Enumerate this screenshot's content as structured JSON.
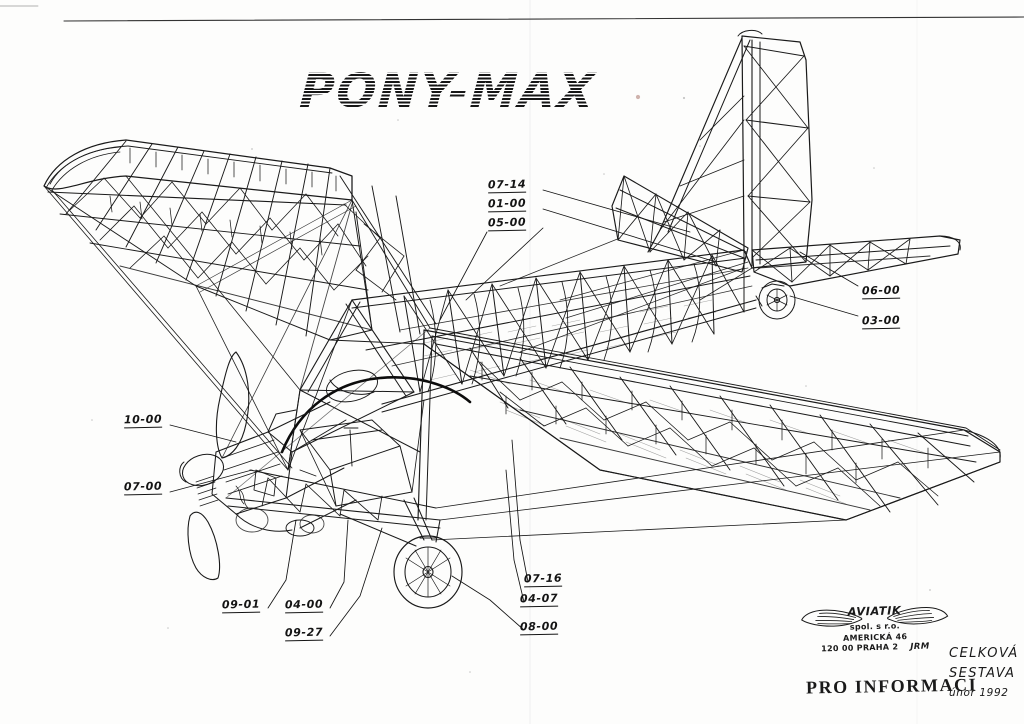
{
  "sheet": {
    "title": "PONY-MAX",
    "background_color": "#fdfdfc",
    "ink_color": "#1a1a1a",
    "drawing_type": "isometric general-assembly engineering drawing of an ultralight aircraft airframe"
  },
  "callouts": [
    {
      "id": "07-14",
      "label": "07-14"
    },
    {
      "id": "01-00",
      "label": "01-00"
    },
    {
      "id": "05-00",
      "label": "05-00"
    },
    {
      "id": "06-00",
      "label": "06-00"
    },
    {
      "id": "03-00",
      "label": "03-00"
    },
    {
      "id": "10-00",
      "label": "10-00"
    },
    {
      "id": "07-00",
      "label": "07-00"
    },
    {
      "id": "09-01",
      "label": "09-01"
    },
    {
      "id": "04-00",
      "label": "04-00"
    },
    {
      "id": "09-27",
      "label": "09-27"
    },
    {
      "id": "07-16",
      "label": "07-16"
    },
    {
      "id": "04-07",
      "label": "04-07"
    },
    {
      "id": "08-00",
      "label": "08-00"
    }
  ],
  "title_block": {
    "stamp": {
      "brand": "AVIATIK",
      "legal_form": "spol. s r.o.",
      "street": "AMERICKÁ 46",
      "city": "120 00  PRAHA 2",
      "initials": "JRM"
    },
    "note": "PRO INFORMACI",
    "drawing_name_line1": "CELKOVÁ",
    "drawing_name_line2": "SESTAVA",
    "date": "únor 1992"
  }
}
